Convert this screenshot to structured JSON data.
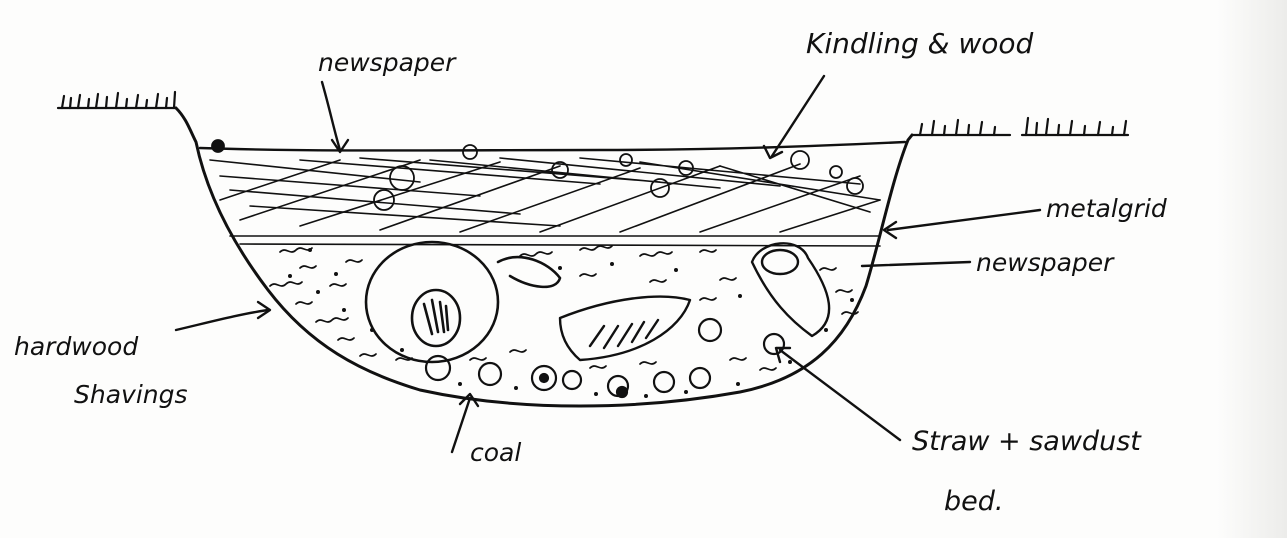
{
  "labels": {
    "kindling": "Kindling & wood",
    "newspaper_top": "newspaper",
    "metal_grid": "metalgrid",
    "newspaper_side": "newspaper",
    "hardwood_line1": "hardwood",
    "hardwood_line2": "Shavings",
    "coal": "coal",
    "straw_line1": "Straw + sawdust",
    "straw_line2": "bed."
  },
  "colors": {
    "ink": "#111111",
    "paper": "#fdfdfc"
  }
}
